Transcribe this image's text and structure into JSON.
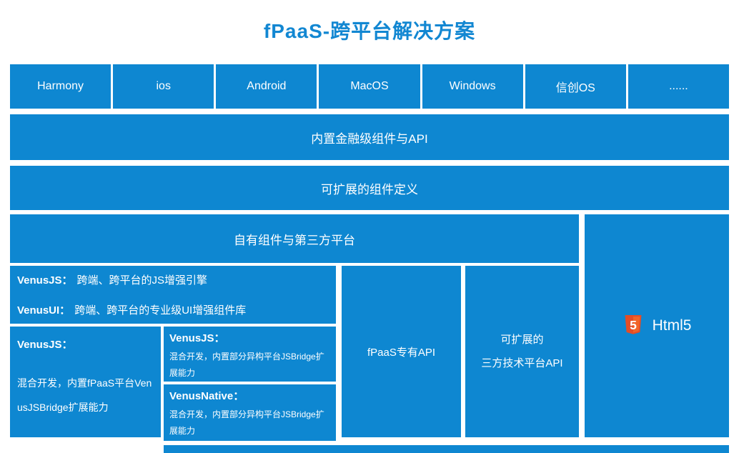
{
  "title": "fPaaS-跨平台解决方案",
  "colors": {
    "primary_blue": "#0e87d1",
    "title_blue": "#1287d2",
    "html5_orange": "#e44d26",
    "html5_orange_light": "#f16529",
    "text_white": "#ffffff"
  },
  "platform_row": {
    "items": [
      {
        "label": "Harmony"
      },
      {
        "label": "ios"
      },
      {
        "label": "Android"
      },
      {
        "label": "MacOS"
      },
      {
        "label": "Windows"
      },
      {
        "label": "信创OS"
      },
      {
        "label": "......"
      }
    ]
  },
  "layer_bars": {
    "builtin_components": "内置金融级组件与API",
    "extensible_definition": "可扩展的组件定义",
    "own_and_third_party": "自有组件与第三方平台"
  },
  "cells": {
    "venus_engine": {
      "line1_label": "VenusJS：",
      "line1_text": "跨端、跨平台的JS增强引擎",
      "line2_label": "VenusUI：",
      "line2_text": "跨端、跨平台的专业级UI增强组件库"
    },
    "venus_hybrid": {
      "label": "VenusJS：",
      "text": "混合开发，内置fPaaS平台VenusJSBridge扩展能力"
    },
    "venusjs_hetero": {
      "label": "VenusJS：",
      "text": "混合开发，内置部分异构平台JSBridge扩展能力"
    },
    "venusnative_hetero": {
      "label": "VenusNative：",
      "text": "混合开发，内置部分异构平台JSBridge扩展能力"
    },
    "fpaas_api": "fPaaS专有API",
    "third_party": {
      "line1": "可扩展的",
      "line2": "三方技术平台API"
    },
    "html5": {
      "label": "Html5",
      "logo_text": "5"
    }
  }
}
